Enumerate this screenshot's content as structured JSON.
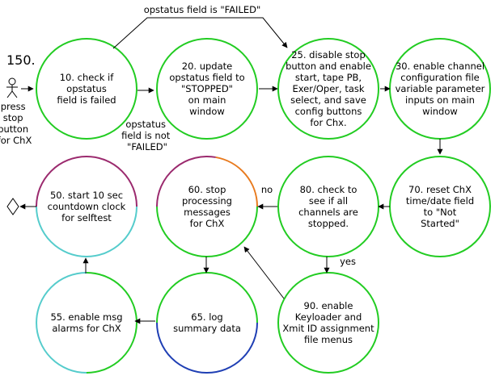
{
  "diagram_number": "150.",
  "actor_label": [
    "press",
    "stop",
    "button",
    "for ChX"
  ],
  "colors": {
    "green": "#22cc22",
    "purple": "#9b2a6e",
    "cyan": "#55cccc",
    "orange": "#e87a1e",
    "blue": "#1f3fb4",
    "arrow": "#000000"
  },
  "nodes": [
    {
      "id": "n10",
      "lines": [
        "10. check if",
        "opstatus",
        "field is failed"
      ]
    },
    {
      "id": "n20",
      "lines": [
        "20. update",
        "opstatus field to",
        "\"STOPPED\"",
        "on main",
        "window"
      ]
    },
    {
      "id": "n25",
      "lines": [
        "25. disable stop",
        "button and enable",
        "start, tape PB,",
        "Exer/Oper, task",
        "select, and save",
        "config buttons",
        "for Chx."
      ]
    },
    {
      "id": "n30",
      "lines": [
        "30. enable channel",
        "configuration file",
        "variable parameter",
        "inputs on main",
        "window"
      ]
    },
    {
      "id": "n70",
      "lines": [
        "70. reset ChX",
        "time/date field",
        "to \"Not",
        "Started\""
      ]
    },
    {
      "id": "n80",
      "lines": [
        "80. check to",
        "see if all",
        "channels are",
        "stopped."
      ]
    },
    {
      "id": "n60",
      "lines": [
        "60. stop",
        "processing",
        "messages",
        "for ChX"
      ]
    },
    {
      "id": "n50",
      "lines": [
        "50. start 10 sec",
        "countdown clock",
        "for selftest"
      ]
    },
    {
      "id": "n55",
      "lines": [
        "55. enable msg",
        "alarms for ChX"
      ]
    },
    {
      "id": "n65",
      "lines": [
        "65. log",
        "summary data"
      ]
    },
    {
      "id": "n90",
      "lines": [
        "90. enable",
        "Keyloader and",
        "Xmit ID assignment",
        "file menus"
      ]
    }
  ],
  "edge_labels": {
    "failed": "opstatus field is \"FAILED\"",
    "not_failed": [
      "opstatus",
      "field is not",
      "\"FAILED\""
    ],
    "no": "no",
    "yes": "yes"
  }
}
